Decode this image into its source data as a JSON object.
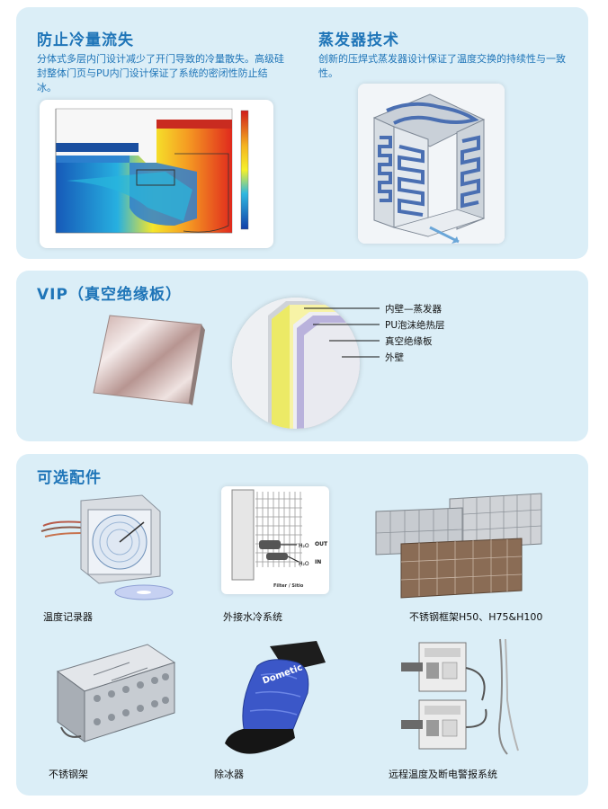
{
  "section1": {
    "left_title": "防止冷量流失",
    "left_text": "分体式多层内门设计减少了开门导致的冷量散失。高级硅封整体门页与PU内门设计保证了系统的密闭性防止结冰。",
    "right_title": "蒸发器技术",
    "right_text": "创新的压焊式蒸发器设计保证了温度交换的持续性与一致性。"
  },
  "section2": {
    "title": "VIP（真空绝缘板）",
    "layers": [
      "内壁—蒸发器",
      "PU泡沫绝热层",
      "真空绝缘板",
      "外壁"
    ]
  },
  "section3": {
    "title": "可选配件",
    "items": [
      "温度记录器",
      "外接水冷系统",
      "不锈钢框架H50、H75&H100",
      "不锈钢架",
      "除冰器",
      "远程温度及断电警报系统"
    ],
    "water_out": "OUT",
    "water_in": "IN",
    "filter_label": "Filter / Sitio",
    "brand": "Dometic"
  },
  "colors": {
    "title_blue": "#1f75b8",
    "panel_bg": "#dbeef7"
  }
}
